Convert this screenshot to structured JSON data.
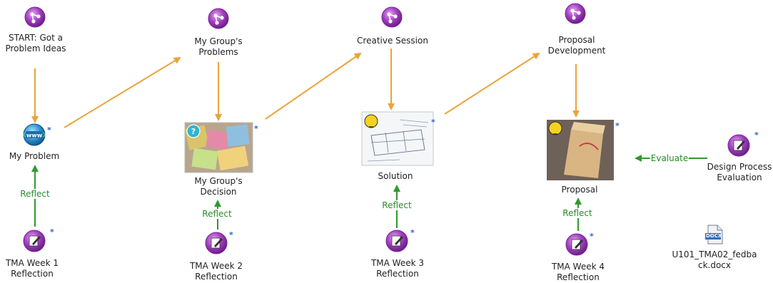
{
  "nodes": {
    "start": {
      "label_line1": "START: Got a",
      "label_line2": "Problem Ideas",
      "icon": "share-icon"
    },
    "my_problem": {
      "label": "My Problem",
      "icon": "www-globe-icon",
      "marker": "*"
    },
    "my_groups_problems": {
      "label_line1": "My Group's",
      "label_line2": "Problems",
      "icon": "share-icon"
    },
    "my_groups_decision": {
      "label_line1": "My Group's",
      "label_line2": "Decision",
      "icon": "question-photo-icon",
      "marker": "*"
    },
    "creative_session": {
      "label": "Creative Session",
      "icon": "share-icon"
    },
    "solution": {
      "label": "Solution",
      "icon": "lightbulb-sketch-icon",
      "marker": "*"
    },
    "proposal_development": {
      "label_line1": "Proposal",
      "label_line2": "Development",
      "icon": "share-icon"
    },
    "proposal": {
      "label": "Proposal",
      "icon": "lightbulb-photo-icon",
      "marker": "*"
    },
    "design_process_evaluation": {
      "label_line1": "Design Process",
      "label_line2": "Evaluation",
      "icon": "edit-icon",
      "marker": "*"
    },
    "tma_week1": {
      "label_line1": "TMA Week 1",
      "label_line2": "Reflection",
      "icon": "edit-icon",
      "marker": "*"
    },
    "tma_week2": {
      "label_line1": "TMA Week 2",
      "label_line2": "Reflection",
      "icon": "edit-icon",
      "marker": "*"
    },
    "tma_week3": {
      "label_line1": "TMA Week 3",
      "label_line2": "Reflection",
      "icon": "edit-icon",
      "marker": "*"
    },
    "tma_week4": {
      "label_line1": "TMA Week 4",
      "label_line2": "Reflection",
      "icon": "edit-icon",
      "marker": "*"
    },
    "feedback_doc": {
      "label_line1": "U101_TMA02_fedba",
      "label_line2": "ck.docx",
      "icon": "docx-file-icon",
      "badge": "DOCX"
    }
  },
  "edge_labels": {
    "reflect1": "Reflect",
    "reflect2": "Reflect",
    "reflect3": "Reflect",
    "reflect4": "Reflect",
    "evaluate": "Evaluate"
  },
  "colors": {
    "flow_arrow": "#e9a43a",
    "reflect_arrow": "#2f9a2f",
    "node_purple": "#a23fc1",
    "marker": "#2f63c8"
  }
}
